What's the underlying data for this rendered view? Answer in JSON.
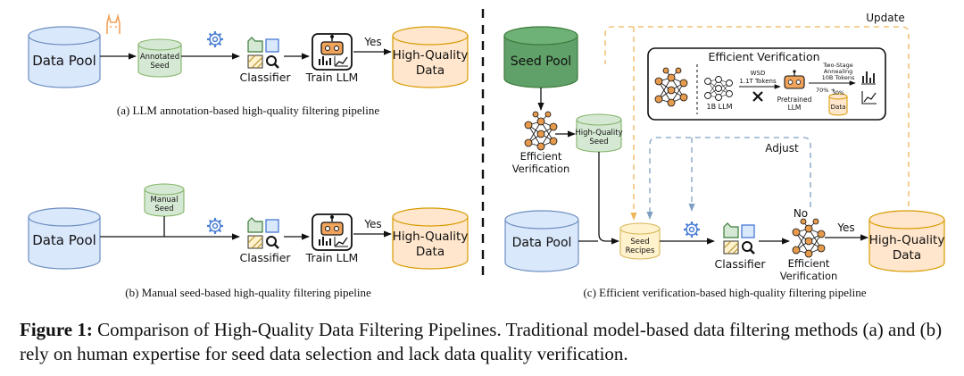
{
  "panel_a": {
    "data_pool": "Data Pool",
    "annotated_seed": [
      "Annotated",
      "Seed"
    ],
    "classifier": "Classifier",
    "train_llm": "Train LLM",
    "yes": "Yes",
    "output": [
      "High-Quality",
      "Data"
    ],
    "caption": "(a) LLM annotation-based high-quality filtering pipeline"
  },
  "panel_b": {
    "data_pool": "Data Pool",
    "manual_seed": [
      "Manual",
      "Seed"
    ],
    "classifier": "Classifier",
    "train_llm": "Train LLM",
    "yes": "Yes",
    "output": [
      "High-Quality",
      "Data"
    ],
    "caption": "(b) Manual seed-based high-quality filtering pipeline"
  },
  "panel_c": {
    "seed_pool": "Seed Pool",
    "efficient_verification": [
      "Efficient",
      "Verification"
    ],
    "hq_seed": [
      "High-Quality",
      "Seed"
    ],
    "data_pool": "Data Pool",
    "seed_recipes": [
      "Seed",
      "Recipes"
    ],
    "classifier": "Classifier",
    "no": "No",
    "yes": "Yes",
    "output": [
      "High-Quality",
      "Data"
    ],
    "update": "Update",
    "adjust": "Adjust",
    "inset": {
      "title": "Efficient Verification",
      "llm_1b": "1B LLM",
      "wsd": "WSD",
      "tokens_1_1t": "1.1T Tokens",
      "pretrained": [
        "Pretrained",
        "LLM"
      ],
      "annealing": [
        "Two-Stage",
        "Annealing",
        "10B Tokens"
      ],
      "pct_70": "70% +",
      "pct_30": "30%",
      "data": "Data"
    },
    "caption": "(c) Efficient verification-based high-quality filtering pipeline"
  },
  "figure_caption": {
    "label": "Figure 1:",
    "text": "Comparison of High-Quality Data Filtering Pipelines. Traditional model-based data filtering methods (a) and (b) rely on human expertise for seed data selection and lack data quality verification."
  },
  "colors": {
    "blue_fill": "#dae8fc",
    "blue_stroke": "#6c8ebf",
    "orange_fill": "#ffe6cc",
    "orange_stroke": "#d79b00",
    "green_fill": "#d5e8d4",
    "green_stroke": "#82b366",
    "seed_pool_fill": "#60a069",
    "yellow_fill": "#fff2cc",
    "yellow_stroke": "#d6b656",
    "node_orange": "#e69a4d",
    "dash_blue": "#7f9fc2",
    "dash_orange": "#f0b45b"
  }
}
